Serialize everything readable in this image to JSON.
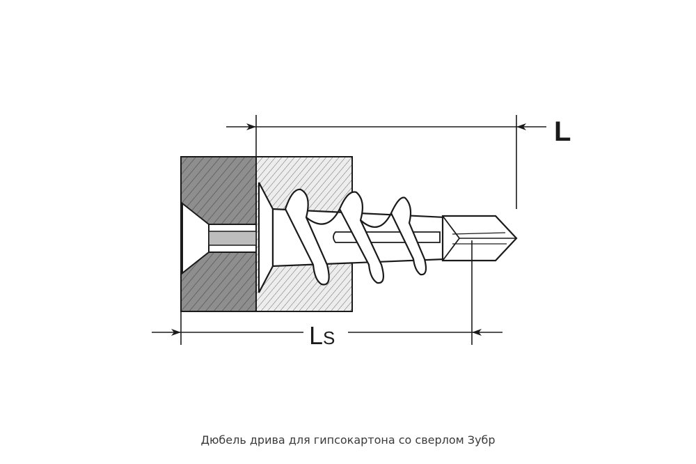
{
  "diagram": {
    "dimension_L": "L",
    "dimension_Ls_main": "L",
    "dimension_Ls_sub": "S"
  },
  "caption": "Дюбель дрива для гипсокартона со сверлом Зубр",
  "colors": {
    "line": "#1a1a1a",
    "wall_dark": "#8c8c8c",
    "wall_light": "#e8e8e8",
    "hatch": "#555555"
  }
}
